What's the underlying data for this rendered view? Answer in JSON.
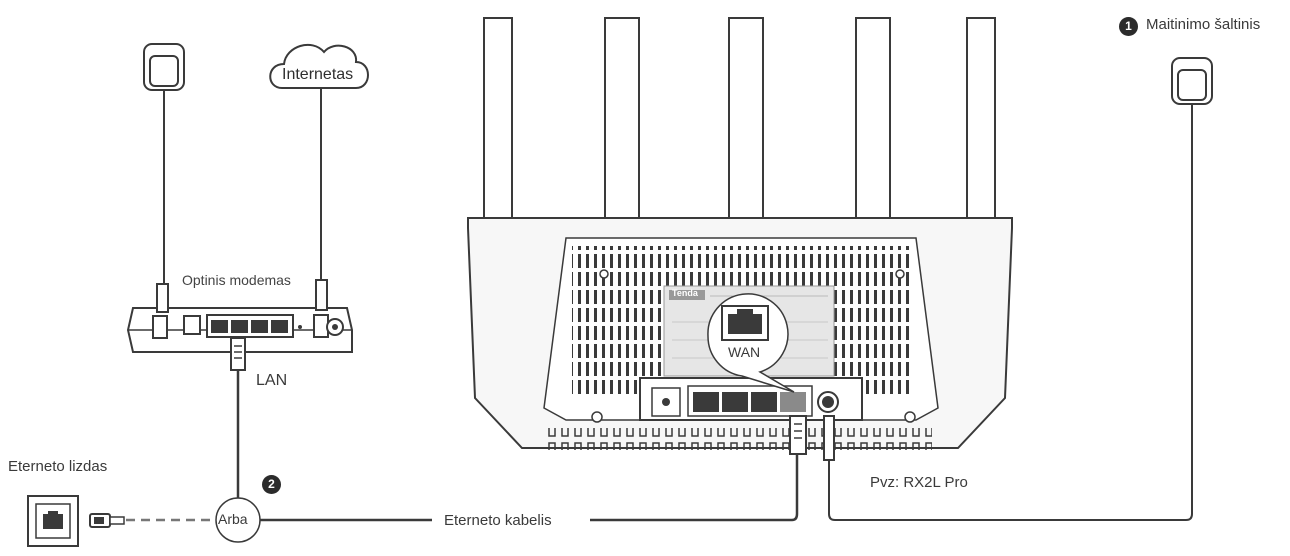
{
  "labels": {
    "power_source": "Maitinimo šaltinis",
    "internet": "Internetas",
    "optical_modem": "Optinis modemas",
    "lan": "LAN",
    "ethernet_jack": "Eterneto lizdas",
    "or": "Arba",
    "ethernet_cable": "Eterneto kabelis",
    "example_model": "Pvz: RX2L Pro",
    "wan": "WAN",
    "brand": "Tenda"
  },
  "steps": {
    "step1": "1",
    "step2": "2"
  },
  "colors": {
    "line": "#3a3a3a",
    "router_fill": "#f7f7f7",
    "panel_fill": "#e6e6e6",
    "port_fill": "#3a3a3a"
  }
}
